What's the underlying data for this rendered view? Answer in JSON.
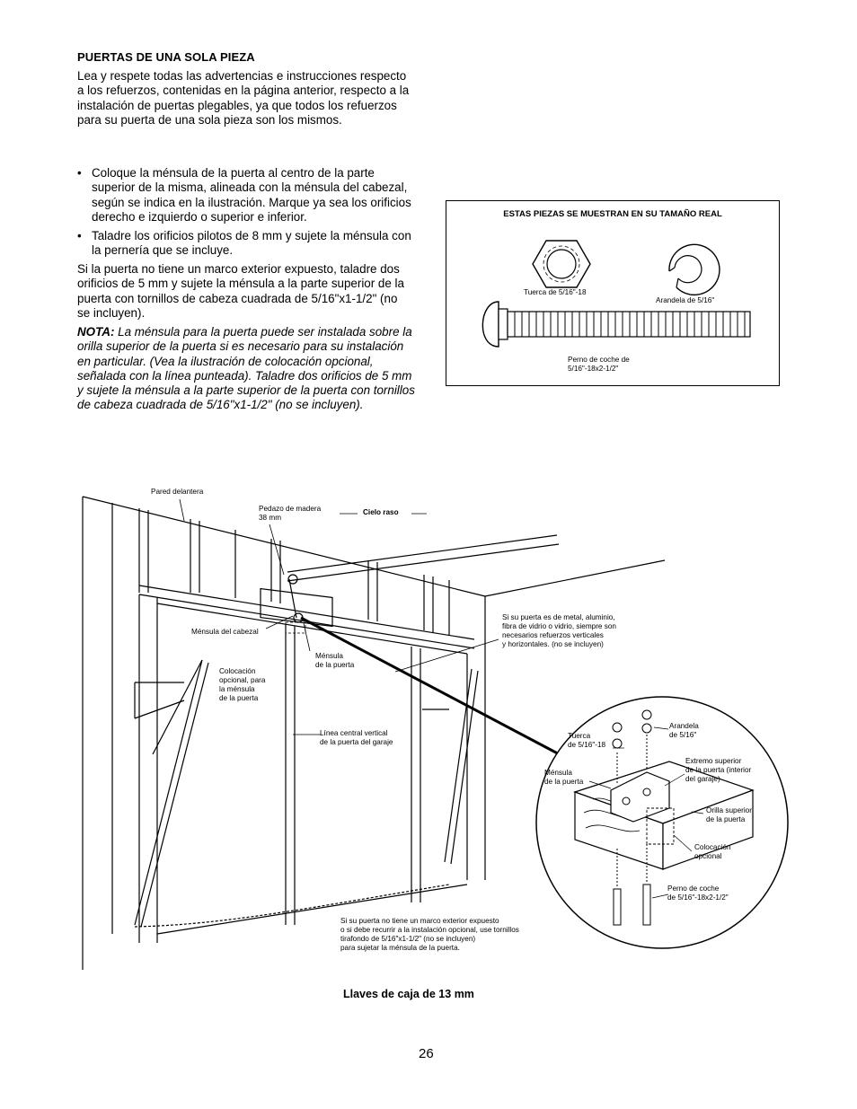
{
  "section_title": "PUERTAS DE UNA SOLA PIEZA",
  "intro": "Lea y respete todas las advertencias e instrucciones respecto a los refuerzos, contenidas en la página anterior, respecto a la instalación de puertas plegables, ya que todos los refuerzos para su puerta de una sola pieza son los mismos.",
  "bullets": [
    "Coloque la ménsula de la puerta al centro de la parte superior de la misma, alineada con la ménsula del cabezal, según se indica en la ilustración. Marque ya sea los orificios derecho e izquierdo o superior e inferior.",
    "Taladre los orificios pilotos de 8 mm y sujete la ménsula con la pernería que se incluye."
  ],
  "paragraph2": "Si la puerta no tiene un marco exterior expuesto, taladre dos orificios de 5 mm y sujete la ménsula a la parte superior de la puerta con tornillos de cabeza cuadrada de 5/16\"x1-1/2\" (no se incluyen).",
  "note_label": "NOTA:",
  "note_text": " La ménsula para la puerta puede ser instalada sobre la orilla superior de la puerta si es necesario para su instalación en particular. (Vea la ilustración de colocación opcional, señalada con la línea punteada). Taladre dos orificios de 5 mm y sujete la ménsula a la parte superior de la puerta con tornillos de cabeza cuadrada de 5/16\"x1-1/2\" (no se incluyen).",
  "bullet_glyph": "•",
  "parts": {
    "title": "ESTAS PIEZAS SE MUESTRAN EN SU TAMAÑO REAL",
    "nut": "Tuerca de 5/16\"-18",
    "washer": "Arandela de 5/16\"",
    "bolt_line1": "Perno de coche de",
    "bolt_line2": "5/16\"-18x2-1/2\""
  },
  "labels": {
    "front_wall": "Pared delantera",
    "wood_line1": "Pedazo de madera",
    "wood_line2": "38 mm",
    "ceiling": "Cielo raso",
    "header_bracket": "Ménsula del cabezal",
    "door_bracket_line1": "Ménsula",
    "door_bracket_line2": "de la puerta",
    "optional_line1": "Colocación",
    "optional_line2": "opcional, para",
    "optional_line3": "la ménsula",
    "optional_line4": "de la puerta",
    "centerline_line1": "Línea central vertical",
    "centerline_line2": "de la puerta del garaje",
    "reinforce_line1": "Si su puerta es de metal, aluminio,",
    "reinforce_line2": "fibra de vidrio o vidrio, siempre son",
    "reinforce_line3": "necesarios refuerzos verticales",
    "reinforce_line4": "y horizontales. (no se incluyen)",
    "nut_line1": "Tuerca",
    "nut_line2": "de 5/16\"-18",
    "washer_line1": "Arandela",
    "washer_line2": "de 5/16\"",
    "dbracket_line1": "Ménsula",
    "dbracket_line2": "de la puerta",
    "top_end_line1": "Extremo superior",
    "top_end_line2": "de la puerta (interior",
    "top_end_line3": "del garaje)",
    "top_edge_line1": "Orilla superior",
    "top_edge_line2": "de la puerta",
    "opt_place_line1": "Colocación",
    "opt_place_line2": "opcional",
    "bolt_line1": "Perno de coche",
    "bolt_line2": "de 5/16\"-18x2-1/2\"",
    "noframe_line1": "Si su puerta no tiene un marco exterior expuesto",
    "noframe_line2": "o si debe recurrir a la instalación opcional, use tornillos",
    "noframe_line3": "tirafondo de 5/16\"x1-1/2\" (no se incluyen)",
    "noframe_line4": "para sujetar la ménsula de la puerta."
  },
  "caption": "Llaves de caja de 13 mm",
  "page_number": "26"
}
